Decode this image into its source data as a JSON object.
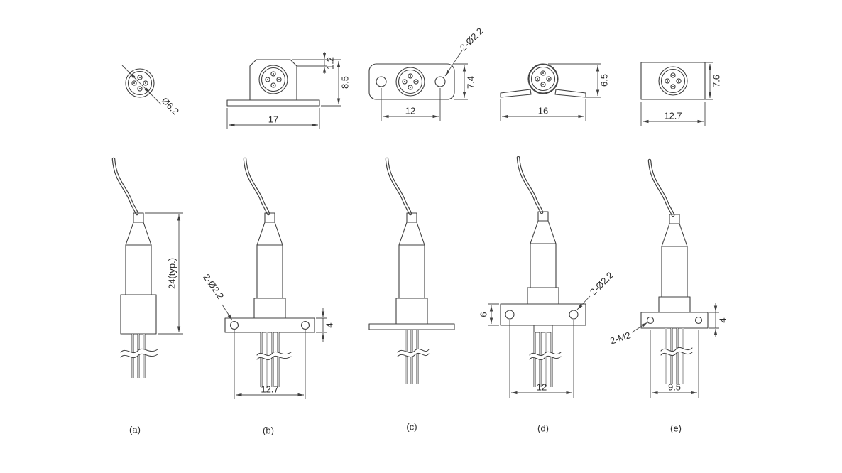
{
  "drawing": {
    "kind": "mechanical-dimension-drawing",
    "line_color": "#3f3f3f",
    "background_color": "#ffffff"
  },
  "views": [
    {
      "id": "a",
      "caption": "(a)",
      "top_dims": {
        "diameter": "Ø6.2"
      },
      "side_dims": {
        "length": "24(typ.)"
      }
    },
    {
      "id": "b",
      "caption": "(b)",
      "top_dims": {
        "step": "1.2",
        "height": "8.5",
        "width": "17"
      },
      "side_dims": {
        "holes": "2-Ø2.2",
        "flange_thickness": "4",
        "hole_spacing": "12.7"
      }
    },
    {
      "id": "c",
      "caption": "(c)",
      "top_dims": {
        "holes": "2-Ø2.2",
        "height": "7.4",
        "hole_spacing": "12"
      },
      "side_dims": {}
    },
    {
      "id": "d",
      "caption": "(d)",
      "top_dims": {
        "height": "6.5",
        "width": "16"
      },
      "side_dims": {
        "flange_height": "6",
        "holes": "2-Ø2.2",
        "hole_spacing": "12"
      }
    },
    {
      "id": "e",
      "caption": "(e)",
      "top_dims": {
        "height": "7.6",
        "width": "12.7"
      },
      "side_dims": {
        "screws": "2-M2",
        "flange_thickness": "4",
        "hole_spacing": "9.5"
      }
    }
  ]
}
